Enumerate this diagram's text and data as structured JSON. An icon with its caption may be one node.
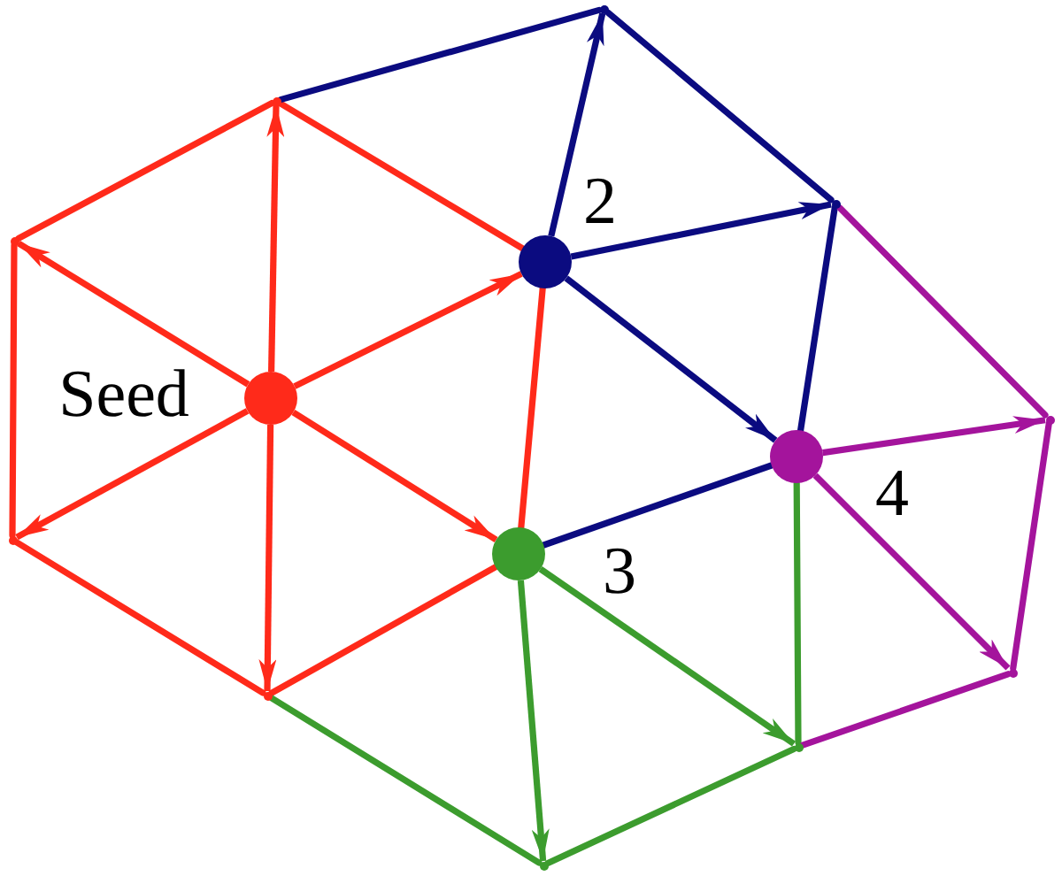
{
  "diagram": {
    "nodes": [
      {
        "text": [],
        "shape": "point"
      },
      {
        "text": [],
        "shape": "point"
      },
      {
        "text": [],
        "shape": "point"
      },
      {
        "text": [],
        "shape": "point"
      },
      {
        "text": [],
        "shape": "circle",
        "beside": [
          "2"
        ]
      },
      {
        "text": [],
        "shape": "circle",
        "beside": [
          "Seed"
        ]
      },
      {
        "text": [],
        "shape": "point"
      },
      {
        "text": [],
        "shape": "circle",
        "beside": [
          "4"
        ]
      },
      {
        "text": [],
        "shape": "point"
      },
      {
        "text": [],
        "shape": "circle",
        "beside": [
          "3"
        ]
      },
      {
        "text": [],
        "shape": "point"
      },
      {
        "text": [],
        "shape": "point"
      },
      {
        "text": [],
        "shape": "point"
      },
      {
        "text": [],
        "shape": "point"
      }
    ],
    "edges": [
      {
        "from": 5,
        "to": 1,
        "arrow": "to"
      },
      {
        "from": 5,
        "to": 3,
        "arrow": "to"
      },
      {
        "from": 5,
        "to": 8,
        "arrow": "to"
      },
      {
        "from": 5,
        "to": 11,
        "arrow": "to"
      },
      {
        "from": 5,
        "to": 4,
        "arrow": "to"
      },
      {
        "from": 5,
        "to": 9,
        "arrow": "to"
      },
      {
        "from": 1,
        "to": 3,
        "arrow": "none"
      },
      {
        "from": 3,
        "to": 8,
        "arrow": "none"
      },
      {
        "from": 8,
        "to": 11,
        "arrow": "none"
      },
      {
        "from": 11,
        "to": 9,
        "arrow": "none"
      },
      {
        "from": 9,
        "to": 4,
        "arrow": "none"
      },
      {
        "from": 4,
        "to": 1,
        "arrow": "none"
      },
      {
        "from": 4,
        "to": 0,
        "arrow": "to",
        "color": "#0b0b80"
      },
      {
        "from": 4,
        "to": 2,
        "arrow": "to",
        "color": "#0b0b80"
      },
      {
        "from": 4,
        "to": 7,
        "arrow": "to",
        "color": "#0b0b80"
      },
      {
        "from": 1,
        "to": 0,
        "arrow": "none",
        "color": "#0b0b80"
      },
      {
        "from": 0,
        "to": 2,
        "arrow": "none",
        "color": "#0b0b80"
      },
      {
        "from": 2,
        "to": 7,
        "arrow": "none",
        "color": "#0b0b80"
      },
      {
        "from": 9,
        "to": 7,
        "arrow": "none",
        "color": "#0b0b80"
      },
      {
        "from": 9,
        "to": 13,
        "arrow": "to",
        "color": "#3c9c2e"
      },
      {
        "from": 9,
        "to": 12,
        "arrow": "to",
        "color": "#3c9c2e"
      },
      {
        "from": 11,
        "to": 13,
        "arrow": "none",
        "color": "#3c9c2e"
      },
      {
        "from": 13,
        "to": 12,
        "arrow": "none",
        "color": "#3c9c2e"
      },
      {
        "from": 7,
        "to": 12,
        "arrow": "none",
        "color": "#3c9c2e"
      },
      {
        "from": 7,
        "to": 6,
        "arrow": "to",
        "color": "#a4149c"
      },
      {
        "from": 7,
        "to": 10,
        "arrow": "to",
        "color": "#a4149c"
      },
      {
        "from": 2,
        "to": 6,
        "arrow": "none",
        "color": "#a4149c"
      },
      {
        "from": 6,
        "to": 10,
        "arrow": "none",
        "color": "#a4149c"
      },
      {
        "from": 10,
        "to": 12,
        "arrow": "none",
        "color": "#a4149c"
      }
    ]
  }
}
